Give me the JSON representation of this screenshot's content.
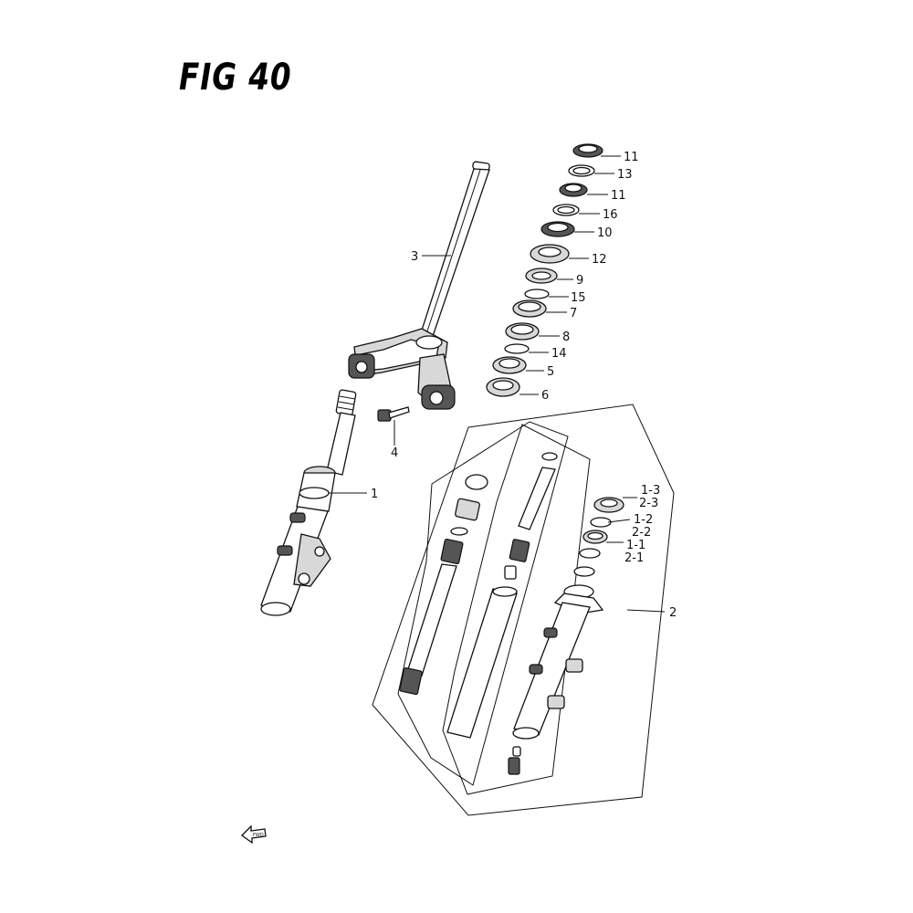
{
  "figure": {
    "title": "FIG 40"
  },
  "labels": {
    "p11a": "11",
    "p13": "13",
    "p11b": "11",
    "p16": "16",
    "p10": "10",
    "p12": "12",
    "p9": "9",
    "p15": "15",
    "p7": "7",
    "p8": "8",
    "p14": "14",
    "p5": "5",
    "p6": "6",
    "p3": "3",
    "p4": "4",
    "p1": "1",
    "p2": "2",
    "p1_3": "1-3",
    "p2_3": "2-3",
    "p1_2": "1-2",
    "p2_2": "2-2",
    "p1_1": "1-1",
    "p2_1": "2-1"
  },
  "fwd_indicator": {
    "text": "FWD",
    "icon": "fwd-arrow-icon"
  }
}
